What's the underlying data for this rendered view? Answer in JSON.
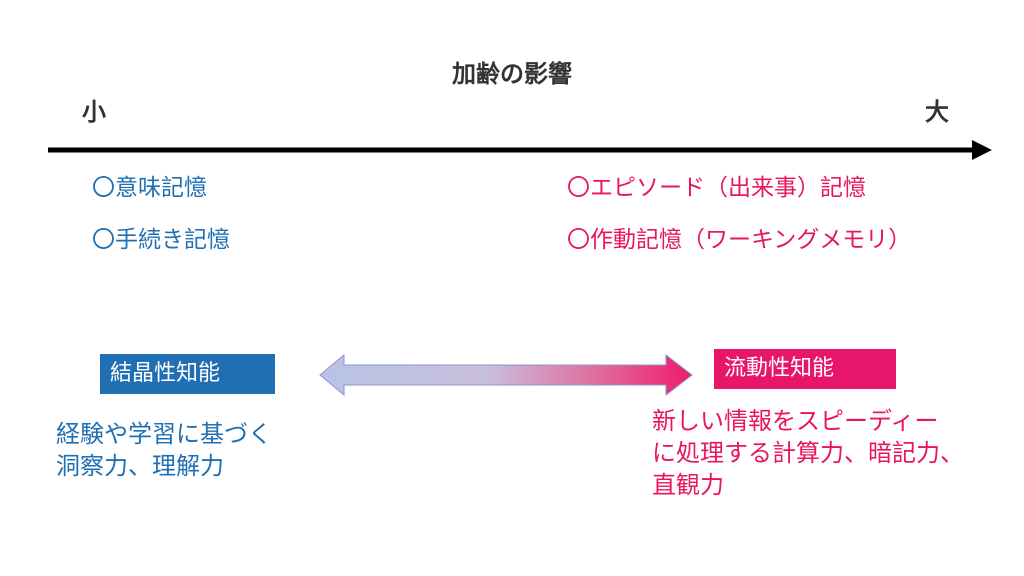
{
  "title": "加齢の影響",
  "axis": {
    "small_label": "小",
    "large_label": "大"
  },
  "memory_low": {
    "items": [
      "〇意味記憶",
      "〇手続き記憶"
    ],
    "color": "#1f6fb2"
  },
  "memory_high": {
    "items": [
      "〇エピソード（出来事）記憶",
      "〇作動記憶（ワーキングメモリ）"
    ],
    "color": "#e8165a"
  },
  "crystallized": {
    "label": "結晶性知能",
    "box_color": "#1f6fb2",
    "description_lines": [
      "経験や学習に基づく",
      "洞察力、理解力"
    ]
  },
  "fluid": {
    "label": "流動性知能",
    "box_color": "#e8166a",
    "description_lines": [
      "新しい情報をスピーディー",
      "に処理する計算力、暗記力、",
      "直観力"
    ]
  },
  "arrow_gradient": {
    "start_color": "#b8c3e6",
    "end_color": "#ee1c6a"
  }
}
